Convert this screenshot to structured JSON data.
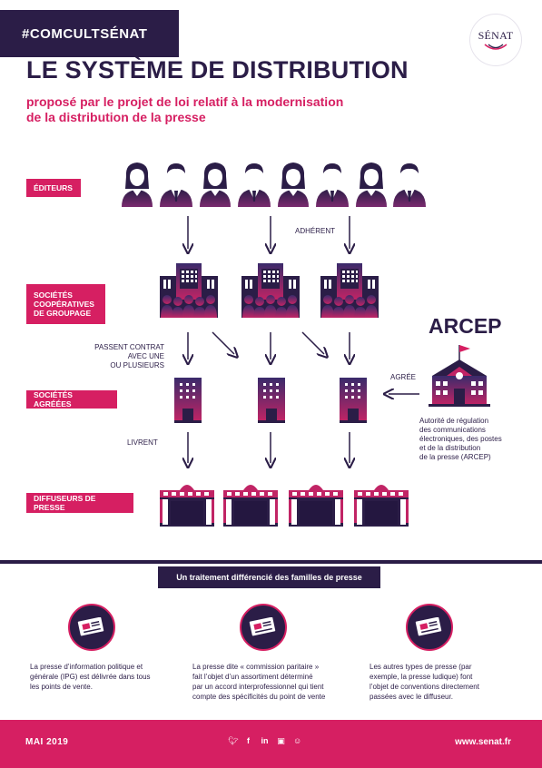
{
  "header": {
    "hashtag": "#COMCULTSÉNAT",
    "logo_text": "SÉNAT",
    "title": "LE SYSTÈME DE DISTRIBUTION",
    "subtitle_line1": "proposé par le projet de loi relatif à la modernisation",
    "subtitle_line2": "de la distribution de la presse"
  },
  "rows": {
    "editeurs": "ÉDITEURS",
    "societes_line1": "SOCIÉTÉS",
    "societes_line2": "COOPÉRATIVES",
    "societes_line3": "DE GROUPAGE",
    "agreees": "SOCIÉTÉS AGRÉÉES",
    "diffuseurs": "DIFFUSEURS DE PRESSE"
  },
  "annotations": {
    "adherent": "ADHÉRENT",
    "passent_line1": "PASSENT CONTRAT",
    "passent_line2": "AVEC UNE",
    "passent_line3": "OU PLUSIEURS",
    "livrent": "LIVRENT",
    "agree": "AGRÉE"
  },
  "arcep": {
    "title": "ARCEP",
    "desc_line1": "Autorité de régulation",
    "desc_line2": "des communications",
    "desc_line3": "électroniques, des postes",
    "desc_line4": "et de la distribution",
    "desc_line5": "de la presse (ARCEP)"
  },
  "section": {
    "label": "Un traitement différencié des familles de presse",
    "col1_line1": "La presse d’information politique et",
    "col1_line2": "générale (IPG) est délivrée dans tous",
    "col1_line3": "les points de vente.",
    "col2_line1": "La presse dite « commission paritaire »",
    "col2_line2": "fait l’objet d’un assortiment déterminé",
    "col2_line3": "par un accord interprofessionnel qui tient",
    "col2_line4": "compte des spécificités du point de vente",
    "col3_line1": "Les autres types de presse (par",
    "col3_line2": "exemple, la presse ludique) font",
    "col3_line3": "l’objet de conventions directement",
    "col3_line4": "passées avec le diffuseur."
  },
  "footer": {
    "date": "MAI 2019",
    "site": "www.senat.fr",
    "icons": [
      "twitter-icon",
      "facebook-icon",
      "linkedin-icon",
      "instagram-icon",
      "snapchat-icon"
    ]
  },
  "colors": {
    "navy": "#2b1d47",
    "pink": "#d61f62",
    "purple": "#6d2a74"
  }
}
